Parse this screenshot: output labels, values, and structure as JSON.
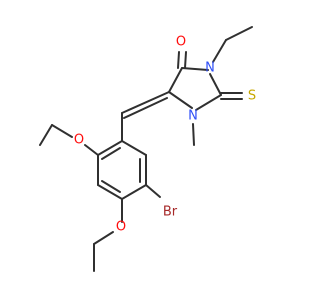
{
  "molecule": {
    "atoms": [
      {
        "id": "o_ketone",
        "label": "O",
        "color": "#ff0d0d"
      },
      {
        "id": "n_ethyl",
        "label": "N",
        "color": "#3050f8"
      },
      {
        "id": "s_thione",
        "label": "S",
        "color": "#c8a800"
      },
      {
        "id": "n_methyl",
        "label": "N",
        "color": "#3050f8"
      },
      {
        "id": "o_ether_upper",
        "label": "O",
        "color": "#ff0d0d"
      },
      {
        "id": "br",
        "label": "Br",
        "color": "#a62929"
      },
      {
        "id": "o_ether_lower",
        "label": "O",
        "color": "#ff0d0d"
      }
    ],
    "bond_color": "#303030"
  }
}
